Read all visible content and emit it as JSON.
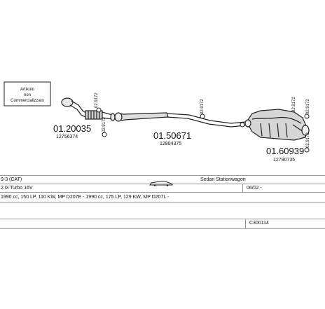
{
  "note_box": {
    "line1": "Artikolo",
    "line2": "non",
    "line3": "Commercializzato"
  },
  "parts": [
    {
      "number": "01.20035",
      "ref": "12756374"
    },
    {
      "number": "01.50671",
      "ref": "12804375"
    },
    {
      "number": "01.60939",
      "ref": "12790735"
    }
  ],
  "clamps": {
    "c1": "02.9172",
    "c2": "02.9172",
    "c3": "02.9172",
    "c4": "02.9172",
    "c5": "02.9172",
    "c6": "02.9172"
  },
  "table": {
    "model": "9-3 (CAT)",
    "body": "Sedan Stationwagon",
    "engine": "2.0i Turbo 16V",
    "date": "06/02 -",
    "spec": "1990 cc, 150 LP, 110 KW, MP D207E - 1990 cc, 175 LP, 129 KW, MP D207L -",
    "code": "C300114"
  },
  "icons": {
    "car": "car-side-icon"
  }
}
